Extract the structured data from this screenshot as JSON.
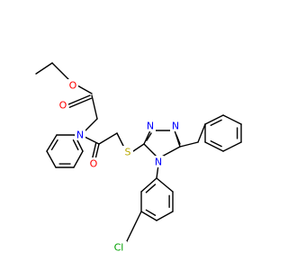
{
  "atom_labels": {
    "ester_o_single": "O",
    "ester_o_double": "O",
    "amide_n": "N",
    "amide_o": "O",
    "sulfur": "S",
    "triazole_n1": "N",
    "triazole_n2": "N",
    "triazole_n4": "N",
    "chlorine": "Cl"
  },
  "colors": {
    "bond": "#000000",
    "oxygen": "#ff0000",
    "nitrogen": "#0000ff",
    "sulfur": "#b8a800",
    "chlorine": "#00a000"
  }
}
